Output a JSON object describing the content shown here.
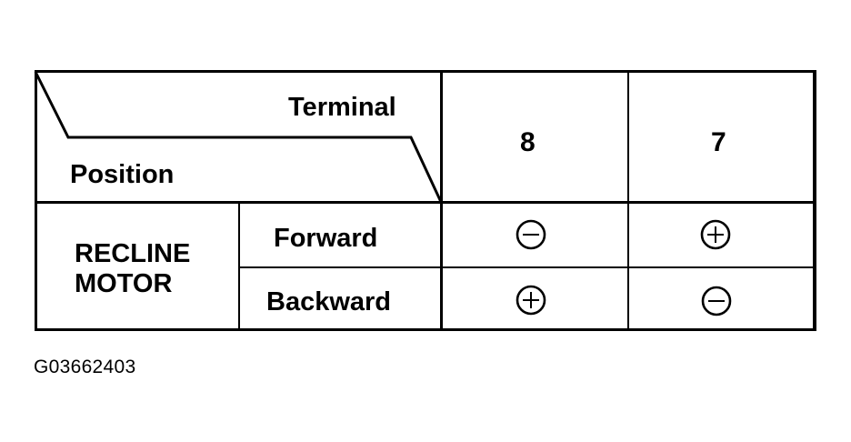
{
  "table": {
    "header": {
      "terminal_label": "Terminal",
      "position_label": "Position",
      "terminals": [
        "8",
        "7"
      ]
    },
    "group_label_line1": "RECLINE",
    "group_label_line2": "MOTOR",
    "rows": [
      {
        "position": "Forward",
        "values": [
          "minus",
          "plus"
        ]
      },
      {
        "position": "Backward",
        "values": [
          "plus",
          "minus"
        ]
      }
    ]
  },
  "figure_id": "G03662403"
}
